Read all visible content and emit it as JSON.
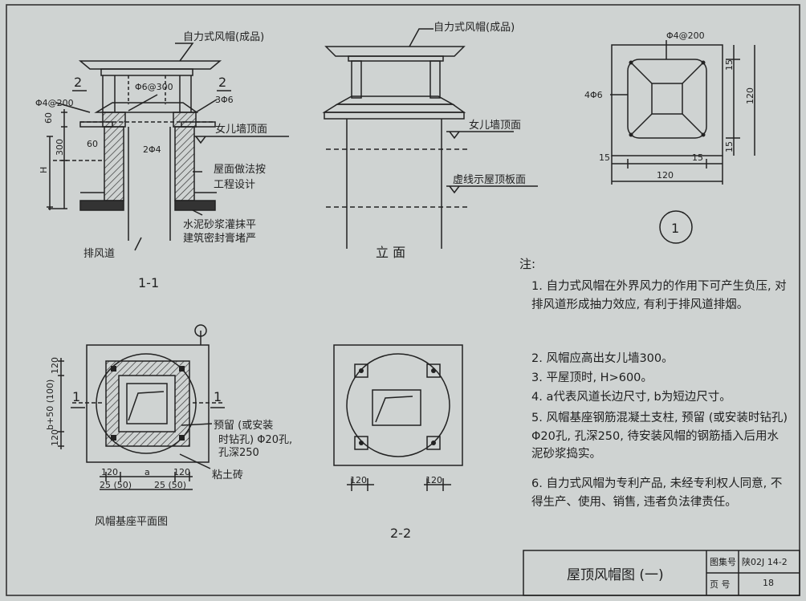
{
  "section_1_1": {
    "title": "1-1",
    "labels": {
      "cap": "自力式风帽(成品)",
      "marker_left": "2",
      "marker_right": "2",
      "phi4": "Φ4@200",
      "phi6": "Φ6@300",
      "three_phi6": "3Φ6",
      "dim60": "60",
      "dim300": "300",
      "dimH": "H",
      "dim60b": "60",
      "two_phi4": "2Φ4",
      "parapet": "女儿墙顶面",
      "roof1": "屋面做法按",
      "roof2": "工程设计",
      "cement1": "水泥砂浆灌抹平",
      "cement2": "建筑密封膏堵严",
      "exhaust": "排风道"
    }
  },
  "elevation": {
    "title": "立  面",
    "labels": {
      "cap": "自力式风帽(成品)",
      "parapet": "女儿墙顶面",
      "dashed": "虚线示屋顶板面"
    }
  },
  "detail_1": {
    "number": "1",
    "labels": {
      "phi4": "Φ4@200",
      "four_phi6": "4Φ6",
      "d15a": "15",
      "d120": "120",
      "d15b": "15",
      "d15c": "15",
      "d15d": "15",
      "d120b": "120"
    }
  },
  "base_plan": {
    "title": "风帽基座平面图",
    "labels": {
      "dim120t": "120",
      "dim_b": "b+50 (100)",
      "dim120b": "120",
      "marker_l": "1",
      "marker_r": "1",
      "hole1": "预留 (或安装",
      "hole2": "时钻孔) Φ20孔,",
      "hole3": "孔深250",
      "brick": "粘土砖",
      "dim120l": "120",
      "dim_a": "a",
      "dim120r": "120",
      "dim25l": "25 (50)",
      "dim25r": "25 (50)"
    }
  },
  "section_2_2": {
    "title": "2-2",
    "labels": {
      "dim120l": "120",
      "dim120r": "120"
    }
  },
  "notes": {
    "title": "注:",
    "items": [
      {
        "num": "1.",
        "text": "自力式风帽在外界风力的作用下可产生负压, 对排风道形成抽力效应, 有利于排风道排烟。"
      },
      {
        "num": "2.",
        "text": "风帽应高出女儿墙300。"
      },
      {
        "num": "3.",
        "text": "平屋顶时, H>600。"
      },
      {
        "num": "4.",
        "text": "a代表风道长边尺寸, b为短边尺寸。"
      },
      {
        "num": "5.",
        "text": "风帽基座钢筋混凝土支柱, 预留 (或安装时钻孔) Φ20孔, 孔深250, 待安装风帽的钢筋插入后用水泥砂浆捣实。"
      },
      {
        "num": "6.",
        "text": "自力式风帽为专利产品, 未经专利权人同意, 不得生产、使用、销售, 违者负法律责任。"
      }
    ]
  },
  "title_block": {
    "title": "屋顶风帽图 (一)",
    "atlas_label": "图集号",
    "atlas_value": "陕02J 14-2",
    "page_label": "页  号",
    "page_value": "18"
  },
  "colors": {
    "paper": "#cfd3d2",
    "ink": "#1e1e1e"
  }
}
